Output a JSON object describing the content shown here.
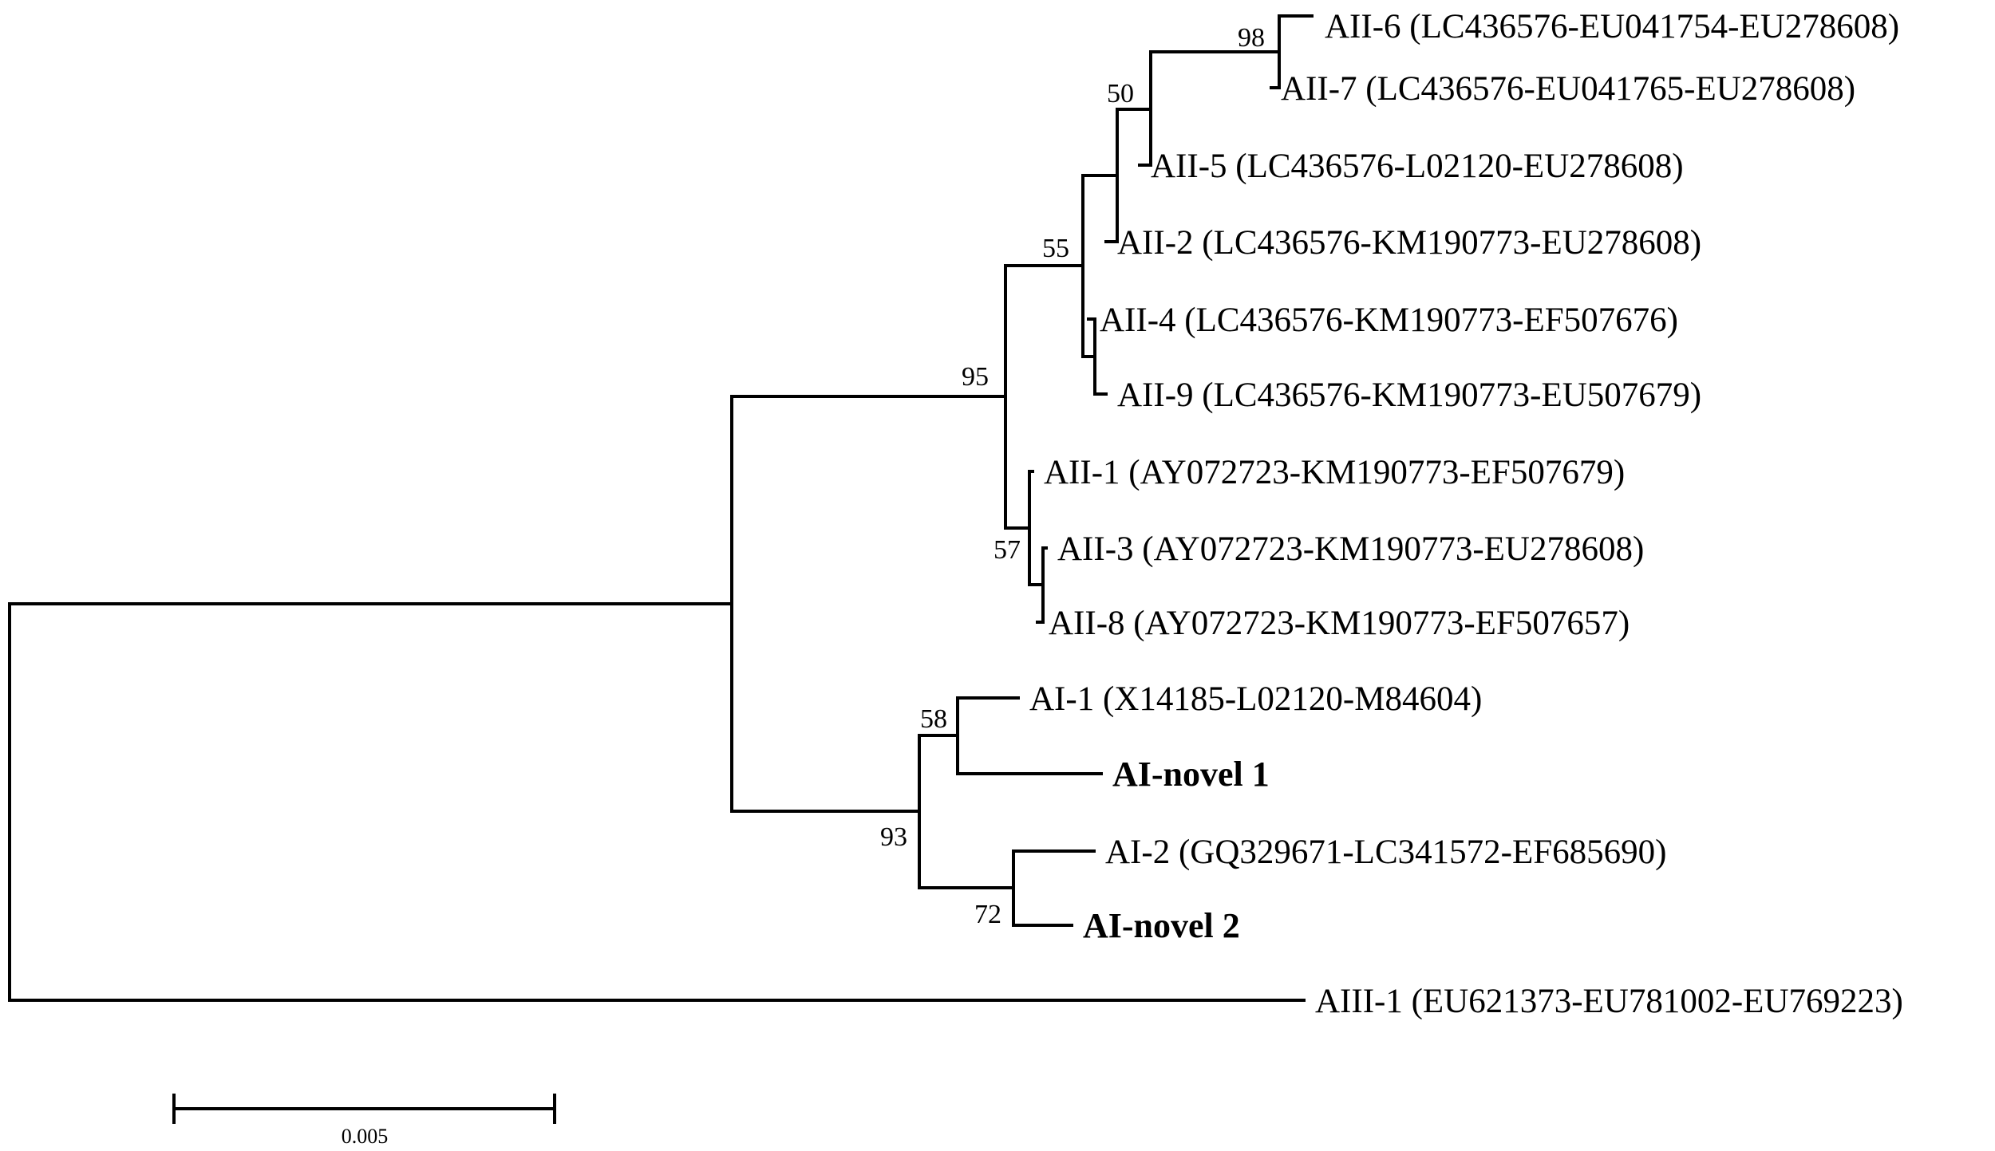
{
  "tree": {
    "taxa": [
      {
        "id": "AII-6",
        "label": "AII-6 (LC436576-EU041754-EU278608)",
        "bold": false
      },
      {
        "id": "AII-7",
        "label": "AII-7 (LC436576-EU041765-EU278608)",
        "bold": false
      },
      {
        "id": "AII-5",
        "label": "AII-5 (LC436576-L02120-EU278608)",
        "bold": false
      },
      {
        "id": "AII-2",
        "label": "AII-2 (LC436576-KM190773-EU278608)",
        "bold": false
      },
      {
        "id": "AII-4",
        "label": "AII-4 (LC436576-KM190773-EF507676)",
        "bold": false
      },
      {
        "id": "AII-9",
        "label": "AII-9 (LC436576-KM190773-EU507679)",
        "bold": false
      },
      {
        "id": "AII-1",
        "label": "AII-1 (AY072723-KM190773-EF507679)",
        "bold": false
      },
      {
        "id": "AII-3",
        "label": "AII-3 (AY072723-KM190773-EU278608)",
        "bold": false
      },
      {
        "id": "AII-8",
        "label": "AII-8 (AY072723-KM190773-EF507657)",
        "bold": false
      },
      {
        "id": "AI-1",
        "label": "AI-1 (X14185-L02120-M84604)",
        "bold": false
      },
      {
        "id": "AI-novel-1",
        "label": "AI-novel 1",
        "bold": true
      },
      {
        "id": "AI-2",
        "label": "AI-2 (GQ329671-LC341572-EF685690)",
        "bold": false
      },
      {
        "id": "AI-novel-2",
        "label": "AI-novel 2",
        "bold": true
      },
      {
        "id": "AIII-1",
        "label": "AIII-1 (EU621373-EU781002-EU769223)",
        "bold": false
      }
    ],
    "bootstrap_values": [
      {
        "clade": "AII-6+AII-7",
        "value": "98"
      },
      {
        "clade": "AII-6+AII-7+AII-5",
        "value": "50"
      },
      {
        "clade": "AII-2+AII-4+AII-9+AII-5+AII-6+AII-7",
        "value": "55"
      },
      {
        "clade": "AII",
        "value": "95"
      },
      {
        "clade": "AII-1+AII-3+AII-8",
        "value": "57"
      },
      {
        "clade": "AI-1+AI-novel-1",
        "value": "58"
      },
      {
        "clade": "AI",
        "value": "93"
      },
      {
        "clade": "AI-2+AI-novel-2",
        "value": "72"
      }
    ],
    "scale_bar": {
      "label": "0.005",
      "length": 0.005
    },
    "colors": {
      "line": "#000000",
      "text": "#000000",
      "background": "#ffffff"
    }
  }
}
